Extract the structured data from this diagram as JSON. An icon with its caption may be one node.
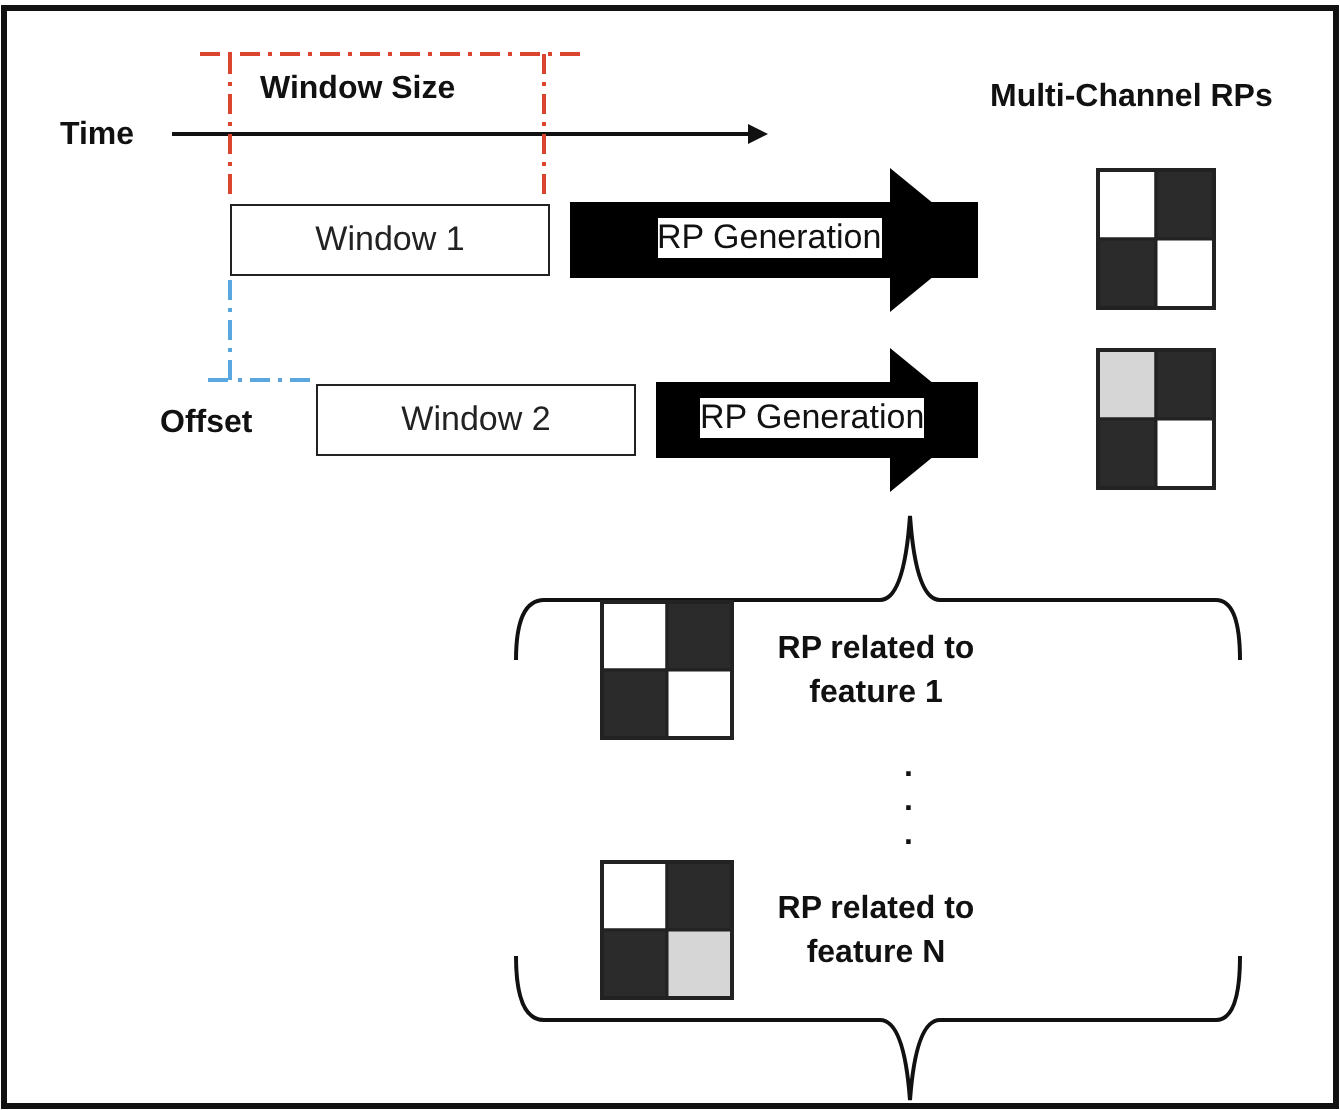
{
  "diagram": {
    "nodes": [
      {
        "text": [
          "Window 1"
        ]
      },
      {
        "text": [
          "Window 2"
        ]
      },
      {
        "text": [],
        "shape": "box"
      },
      {
        "text": [],
        "shape": "box"
      },
      {
        "text": [],
        "shape": "box",
        "beside": [
          "RP related to feature 1"
        ]
      },
      {
        "text": [],
        "shape": "box",
        "beside": [
          "RP related to feature N"
        ]
      }
    ],
    "edges": [
      {
        "from": 0,
        "to": 2,
        "arrow": "to",
        "label": "RP Generation"
      },
      {
        "from": 1,
        "to": 3,
        "arrow": "to",
        "label": "RP Generation"
      }
    ],
    "labels": [
      "Window Size",
      "Multi-Channel RPs",
      "Time",
      "Offset",
      ".",
      ".",
      "."
    ]
  }
}
